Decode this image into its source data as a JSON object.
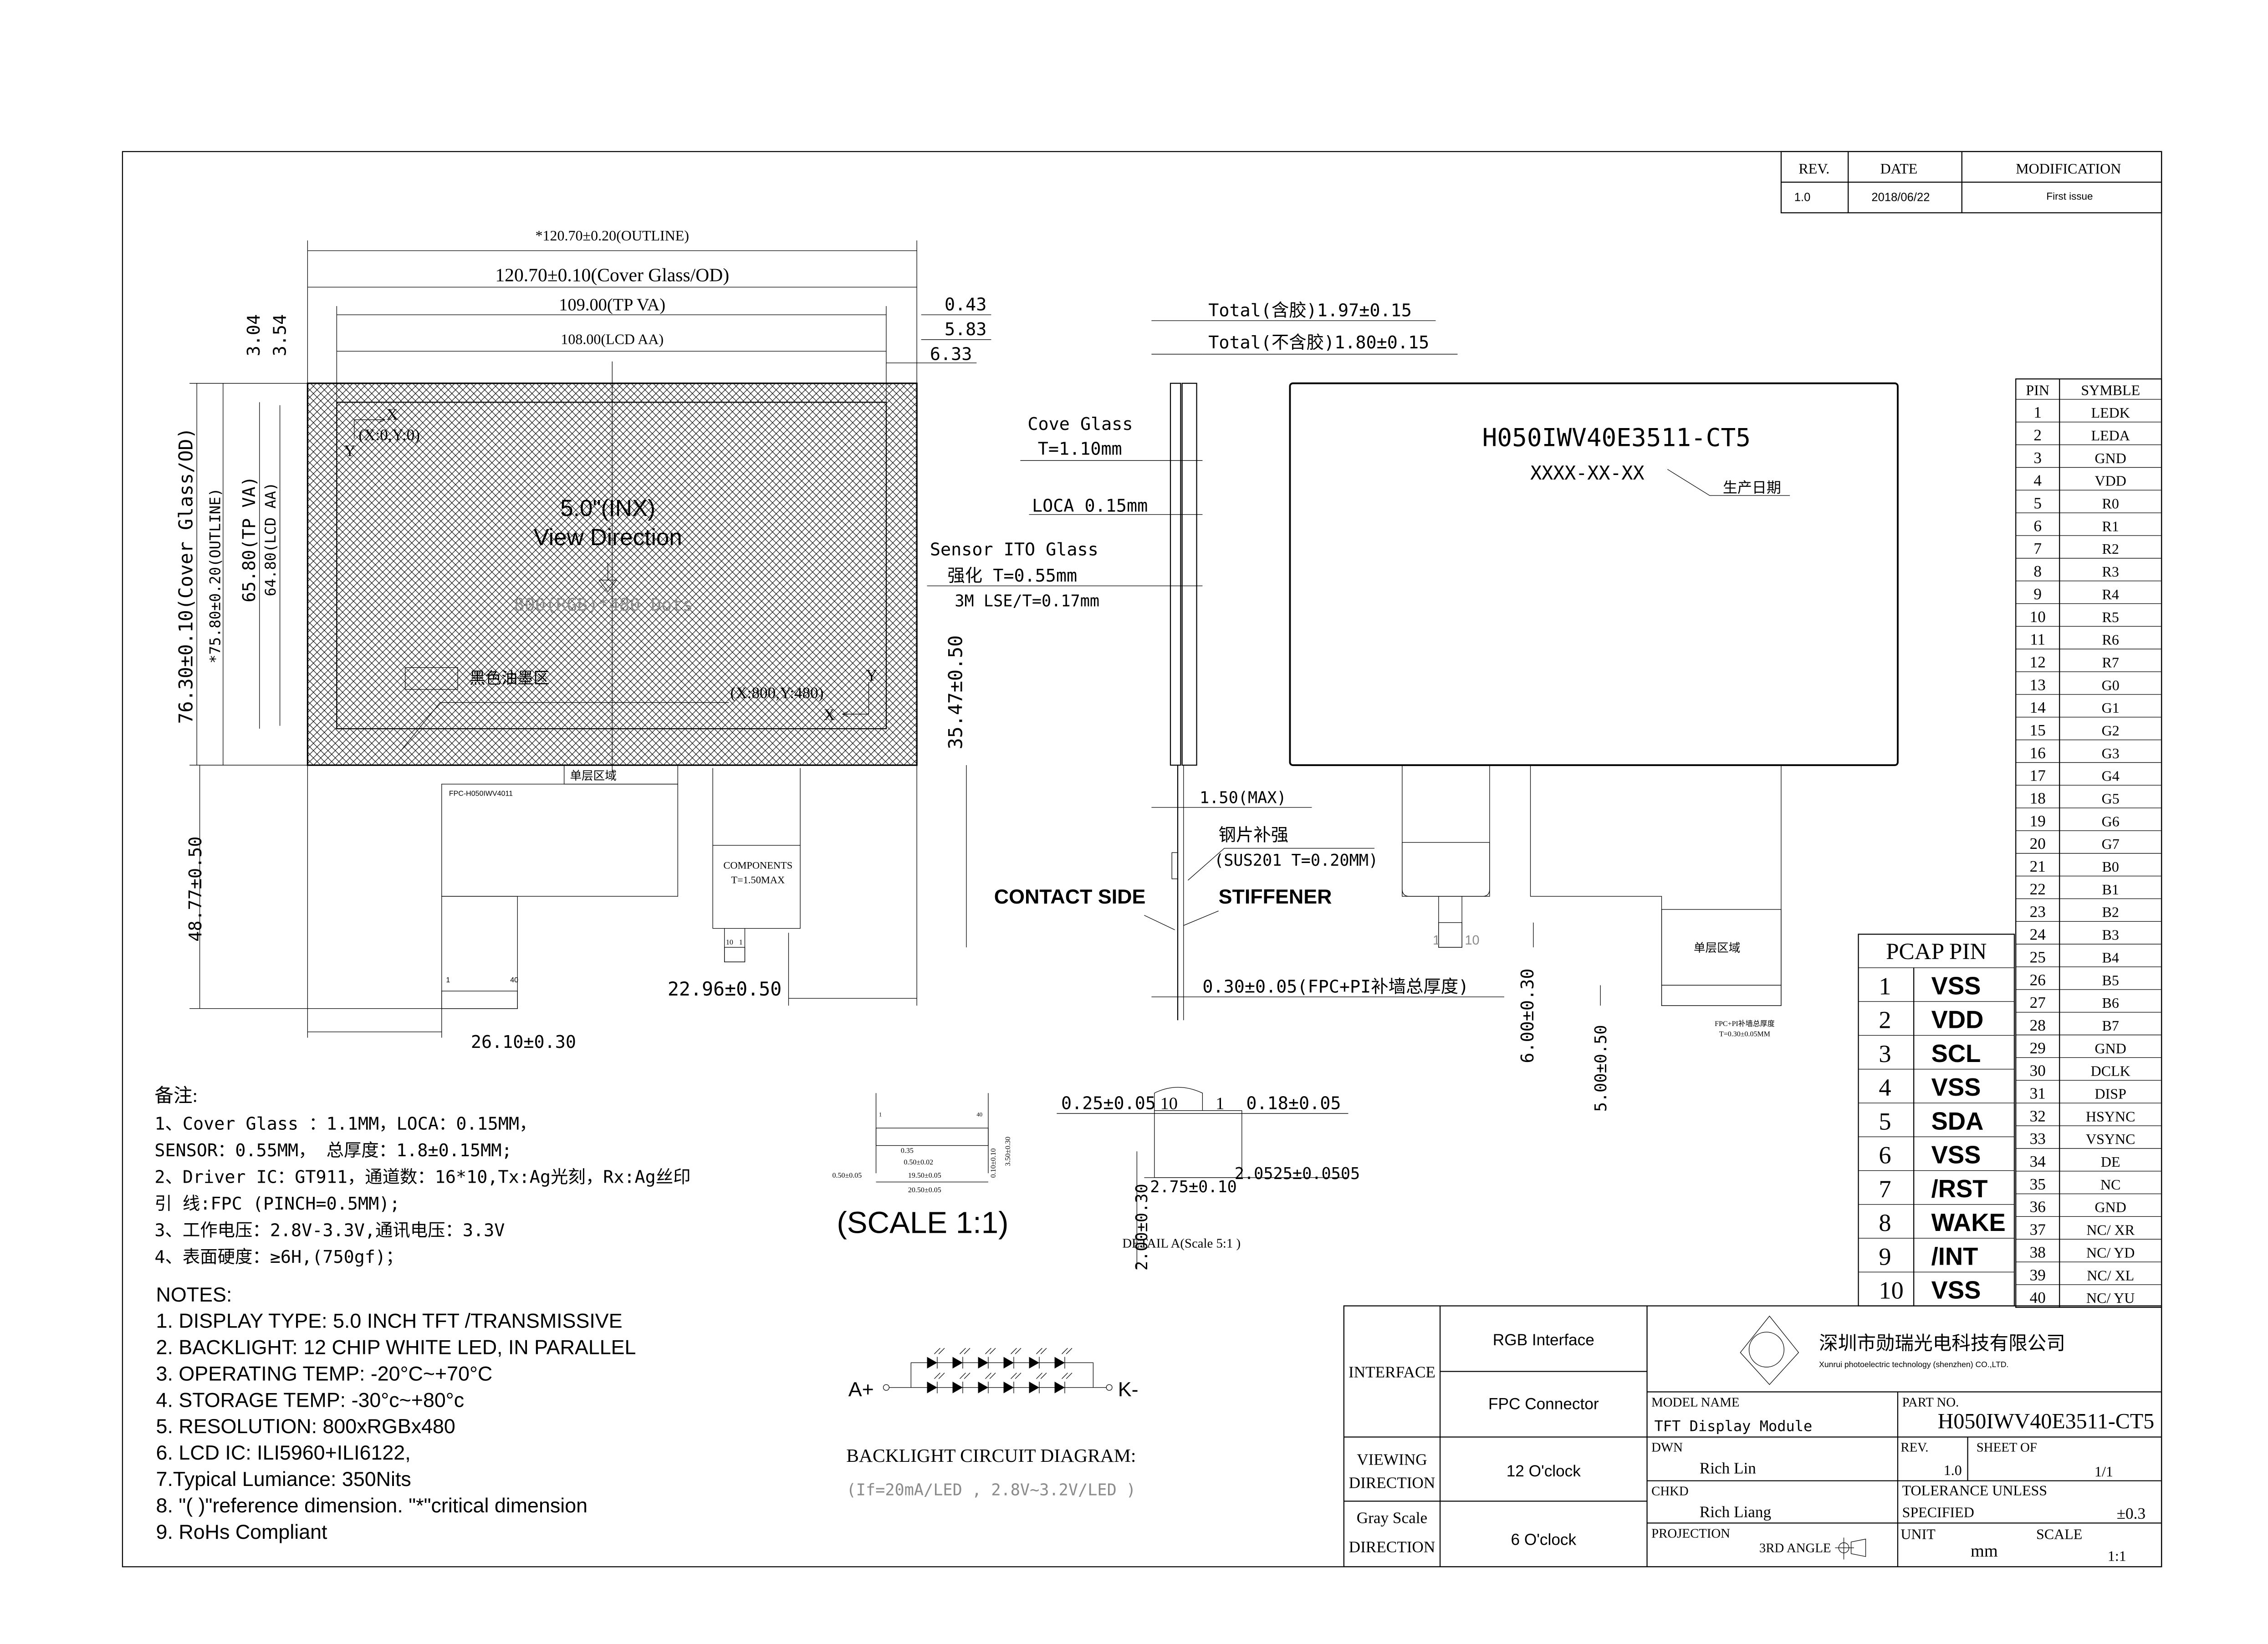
{
  "revision_table": {
    "headers": [
      "REV.",
      "DATE",
      "MODIFICATION"
    ],
    "rows": [
      [
        "1.0",
        "2018/06/22",
        "First issue"
      ]
    ]
  },
  "front_view": {
    "dim_outline_width": "*120.70±0.20(OUTLINE)",
    "dim_cover_glass_width": "120.70±0.10(Cover Glass/OD)",
    "dim_tp_va_width": "109.00(TP VA)",
    "dim_lcd_aa_width": "108.00(LCD AA)",
    "dim_right_1": "0.43",
    "dim_right_2": "5.83",
    "dim_right_3": "6.33",
    "dim_top_1": "3.04",
    "dim_top_2": "3.54",
    "dim_cover_glass_height": "76.30±0.10(Cover Glass/OD)",
    "dim_outline_height": "*75.80±0.20(OUTLINE)",
    "dim_tp_va_height": "65.80(TP VA)",
    "dim_lcd_aa_height": "64.80(LCD AA)",
    "size_label": "5.0\"(INX)",
    "view_direction": "View Direction",
    "resolution_label": "800(RGB)*480 Dots",
    "origin_label": "(X:0,Y:0)",
    "end_label": "(X:800,Y:480)",
    "axis_x": "X",
    "axis_y": "Y",
    "ink_area_legend": "黑色油墨区",
    "single_layer_area": "单层区域",
    "fpc_name": "FPC-H050IWV4011",
    "fpc_pin_first": "1",
    "fpc_pin_last": "40",
    "components_label": "COMPONENTS",
    "components_thickness": "T=1.50MAX",
    "tp_pin_10": "10",
    "tp_pin_1": "1",
    "dim_tp_fpc_offset": "22.96±0.50",
    "dim_fpc_height": "35.47±0.50",
    "dim_fpc_length": "48.77±0.50",
    "dim_fpc_offset": "26.10±0.30"
  },
  "side_view": {
    "total_with_glue": "Total(含胶)1.97±0.15",
    "total_without_glue": "Total(不含胶)1.80±0.15",
    "cover_glass": "Cove Glass",
    "cover_glass_t": "T=1.10mm",
    "loca": "LOCA 0.15mm",
    "sensor": "Sensor ITO Glass",
    "sensor_t": "强化 T=0.55mm",
    "lse": "3M LSE/T=0.17mm",
    "components_max": "1.50(MAX)",
    "steel_stiffener": "钢片补强",
    "steel_spec": "(SUS201 T=0.20MM)",
    "contact_side": "CONTACT SIDE",
    "stiffener": "STIFFENER",
    "fpc_thickness": "0.30±0.05(FPC+PI补墙总厚度)"
  },
  "rear_view": {
    "part_number": "H050IWV40E3511-CT5",
    "date_code": "XXXX-XX-XX",
    "date_code_note": "生产日期",
    "tp_pin_1": "1",
    "tp_pin_10": "10",
    "single_layer_area": "单层区域",
    "fpc_pi_note": "FPC+PI补墙总厚度",
    "fpc_pi_t": "T=0.30±0.05MM",
    "dim_tp_tail": "6.00±0.30",
    "dim_lcd_tail": "5.00±0.50"
  },
  "pin_table": {
    "headers": [
      "PIN",
      "SYMBLE"
    ],
    "rows": [
      [
        "1",
        "LEDK"
      ],
      [
        "2",
        "LEDA"
      ],
      [
        "3",
        "GND"
      ],
      [
        "4",
        "VDD"
      ],
      [
        "5",
        "R0"
      ],
      [
        "6",
        "R1"
      ],
      [
        "7",
        "R2"
      ],
      [
        "8",
        "R3"
      ],
      [
        "9",
        "R4"
      ],
      [
        "10",
        "R5"
      ],
      [
        "11",
        "R6"
      ],
      [
        "12",
        "R7"
      ],
      [
        "13",
        "G0"
      ],
      [
        "14",
        "G1"
      ],
      [
        "15",
        "G2"
      ],
      [
        "16",
        "G3"
      ],
      [
        "17",
        "G4"
      ],
      [
        "18",
        "G5"
      ],
      [
        "19",
        "G6"
      ],
      [
        "20",
        "G7"
      ],
      [
        "21",
        "B0"
      ],
      [
        "22",
        "B1"
      ],
      [
        "23",
        "B2"
      ],
      [
        "24",
        "B3"
      ],
      [
        "25",
        "B4"
      ],
      [
        "26",
        "B5"
      ],
      [
        "27",
        "B6"
      ],
      [
        "28",
        "B7"
      ],
      [
        "29",
        "GND"
      ],
      [
        "30",
        "DCLK"
      ],
      [
        "31",
        "DISP"
      ],
      [
        "32",
        "HSYNC"
      ],
      [
        "33",
        "VSYNC"
      ],
      [
        "34",
        "DE"
      ],
      [
        "35",
        "NC"
      ],
      [
        "36",
        "GND"
      ],
      [
        "37",
        "NC/  XR"
      ],
      [
        "38",
        "NC/  YD"
      ],
      [
        "39",
        "NC/  XL"
      ],
      [
        "40",
        "NC/  YU"
      ]
    ]
  },
  "pcap_table": {
    "title": "PCAP PIN",
    "rows": [
      [
        "1",
        "VSS"
      ],
      [
        "2",
        "VDD"
      ],
      [
        "3",
        "SCL"
      ],
      [
        "4",
        "VSS"
      ],
      [
        "5",
        "SDA"
      ],
      [
        "6",
        "VSS"
      ],
      [
        "7",
        "/RST"
      ],
      [
        "8",
        "WAKE"
      ],
      [
        "9",
        "/INT"
      ],
      [
        "10",
        "VSS"
      ]
    ]
  },
  "notes_cn": {
    "title": "备注:",
    "lines": [
      "1、Cover Glass ：1.1MM，LOCA：0.15MM，",
      "    SENSOR：0.55MM，  总厚度：1.8±0.15MM;",
      "2、Driver IC：GT911，通道数：16*10,Tx:Ag光刻，Rx:Ag丝印",
      "    引   线:FPC (PINCH=0.5MM);",
      "3、工作电压：2.8V-3.3V,通讯电压：3.3V",
      "4、表面硬度：≥6H,(750gf)；"
    ]
  },
  "notes_en": {
    "title": "NOTES:",
    "lines": [
      "1. DISPLAY TYPE: 5.0 INCH TFT /TRANSMISSIVE",
      "2. BACKLIGHT: 12 CHIP WHITE LED, IN PARALLEL",
      "3. OPERATING TEMP: -20°C~+70°C",
      "4. STORAGE TEMP: -30°c~+80°c",
      "5. RESOLUTION: 800xRGBx480",
      "6. LCD IC: ILI5960+ILI6122,",
      "7.Typical Lumiance: 350Nits",
      "8. \"( )\"reference dimension. \"*\"critical dimension",
      "9. RoHs Compliant"
    ]
  },
  "connector_detail": {
    "pin_first": "1",
    "pin_last": "40",
    "dim_pad": "0.35",
    "dim_pitch": "0.50±0.02",
    "dim_edge": "0.50±0.05",
    "dim_span": "19.50±0.05",
    "dim_total": "20.50±0.05",
    "dim_thk": "0.10±0.10",
    "dim_len": "3.50±0.30",
    "scale": "(SCALE 1:1)"
  },
  "detail_a": {
    "dim_left": "0.25±0.05",
    "pin_10": "10",
    "pin_1": "1",
    "dim_right": "0.18±0.05",
    "dim_width": "2.75±0.10",
    "dim_side": "2.0525±0.0505",
    "dim_height": "2.00±0.30",
    "title": "DETAIL A(Scale 5:1 )"
  },
  "backlight": {
    "anode": "A+",
    "cathode": "K-",
    "title": "BACKLIGHT CIRCUIT DIAGRAM:",
    "spec": "(If=20mA/LED , 2.8V~3.2V/LED )",
    "leds_per_string": 6,
    "strings": 2
  },
  "title_block": {
    "interface_label": "INTERFACE",
    "interface_1": "RGB Interface",
    "interface_2": "FPC Connector",
    "viewing_label_1": "VIEWING",
    "viewing_label_2": "DIRECTION",
    "viewing_value": "12 O'clock",
    "gray_label_1": "Gray Scale",
    "gray_label_2": "DIRECTION",
    "gray_value": "6 O'clock",
    "company_cn": "深圳市勋瑞光电科技有限公司",
    "company_en": "Xunrui photoelectric technology (shenzhen) CO.,LTD.",
    "model_name_label": "MODEL NAME",
    "model_name": "TFT Display Module",
    "part_no_label": "PART NO.",
    "part_no": "H050IWV40E3511-CT5",
    "dwn_label": "DWN",
    "dwn": "Rich Lin",
    "rev_label": "REV.",
    "rev": "1.0",
    "sheet_label": "SHEET OF",
    "sheet": "1/1",
    "chkd_label": "CHKD",
    "chkd": "Rich Liang",
    "tolerance_label_1": "TOLERANCE UNLESS",
    "tolerance_label_2": "SPECIFIED",
    "tolerance": "±0.3",
    "projection_label": "PROJECTION",
    "projection": "3RD ANGLE",
    "unit_label": "UNIT",
    "unit": "mm",
    "scale_label": "SCALE",
    "scale": "1:1"
  }
}
